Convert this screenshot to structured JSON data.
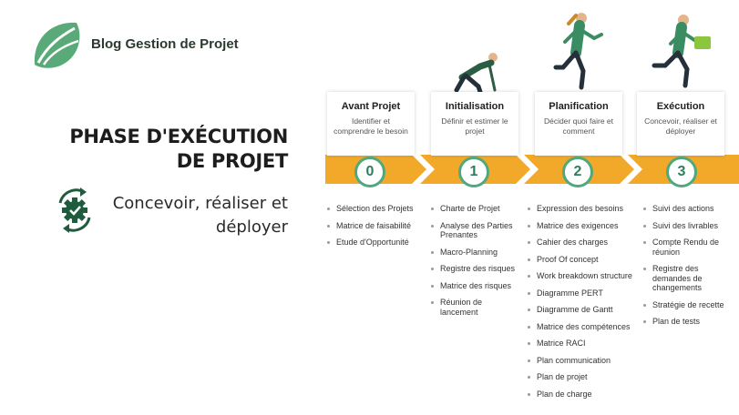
{
  "brand": {
    "logo_icon": "leaf-logo-icon",
    "name": "Blog Gestion de Projet"
  },
  "title": "PHASE D'EXÉCUTION DE PROJET",
  "subtitle": "Concevoir, réaliser et déployer",
  "subtitle_icon": "gear-cycle-icon",
  "colors": {
    "arrow": "#f2a92a",
    "circle_border": "#4fa87e",
    "number_text": "#2e7d5b",
    "logo": "#5aaa79",
    "gear": "#1f5c3d",
    "runner_shirt": "#3a8c63"
  },
  "phases": [
    {
      "number": "0",
      "title": "Avant Projet",
      "description": "Identifier et comprendre le besoin",
      "items": [
        "Sélection des Projets",
        "Matrice de faisabilité",
        "Etude d'Opportunité"
      ]
    },
    {
      "number": "1",
      "title": "Initialisation",
      "description": "Définir et estimer le projet",
      "items": [
        "Charte de Projet",
        "Analyse des Parties Prenantes",
        "Macro-Planning",
        "Registre des risques",
        "Matrice des risques",
        "Réunion de lancement"
      ]
    },
    {
      "number": "2",
      "title": "Planification",
      "description": "Décider quoi faire et comment",
      "items": [
        "Expression des besoins",
        "Matrice des exigences",
        "Cahier des charges",
        "Proof Of concept",
        "Work breakdown structure",
        "Diagramme PERT",
        "Diagramme de Gantt",
        "Matrice des compétences",
        "Matrice RACI",
        "Plan communication",
        "Plan de projet",
        "Plan de charge"
      ]
    },
    {
      "number": "3",
      "title": "Exécution",
      "description": "Concevoir, réaliser et déployer",
      "items": [
        "Suivi des actions",
        "Suivi des livrables",
        "Compte Rendu de réunion",
        "Registre des demandes de changements",
        "Stratégie de recette",
        "Plan de tests"
      ]
    }
  ]
}
